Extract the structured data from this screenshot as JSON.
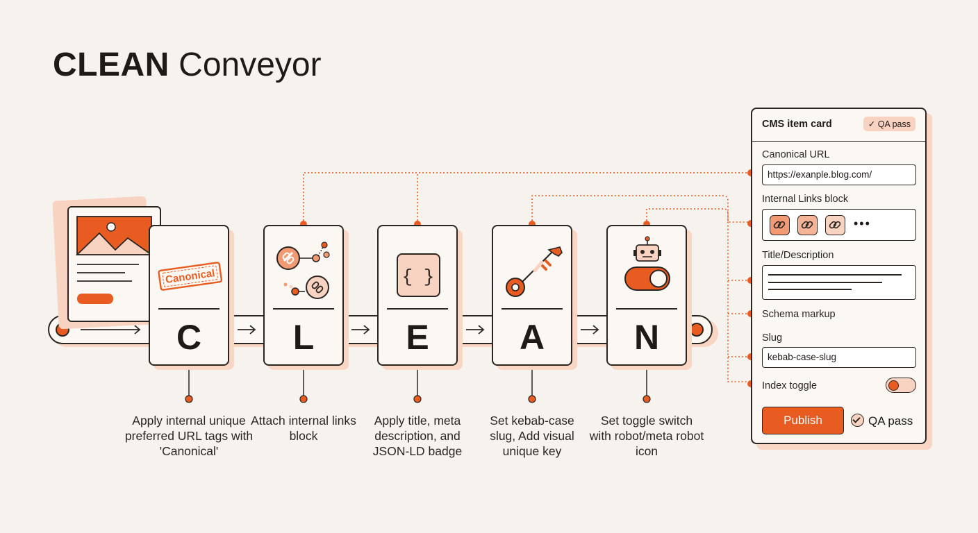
{
  "title": {
    "bold": "CLEAN",
    "rest": "Conveyor"
  },
  "stages": [
    {
      "letter": "C",
      "stamp": "Canonical",
      "caption": "Apply internal unique preferred URL tags with 'Canonical'",
      "icon": "canonical-stamp-icon"
    },
    {
      "letter": "L",
      "caption": "Attach internal links block",
      "icon": "link-network-icon"
    },
    {
      "letter": "E",
      "caption": "Apply title, meta description, and JSON-LD badge",
      "icon": "json-braces-icon",
      "badge": "{ }"
    },
    {
      "letter": "A",
      "caption": "Set kebab-case slug, Add visual unique key",
      "icon": "key-icon"
    },
    {
      "letter": "N",
      "caption": "Set toggle switch with robot/meta robot icon",
      "icon": "robot-toggle-icon"
    }
  ],
  "cms": {
    "title": "CMS item card",
    "badge": "✓ QA pass",
    "canonical_label": "Canonical URL",
    "canonical_value": "https://exanple.blog.com/",
    "links_label": "Internal Links block",
    "links_more": "•••",
    "title_desc_label": "Title/Description",
    "schema_label": "Schema markup",
    "slug_label": "Slug",
    "slug_value": "kebab-case-slug",
    "index_label": "Index toggle",
    "index_on": false,
    "publish_label": "Publish",
    "qa_label": "QA pass"
  },
  "colors": {
    "accent": "#e85c21",
    "accent_light": "#f9d3c1",
    "shadow": "#f9d6c4",
    "ink": "#2b2522",
    "background": "#f6f3ef"
  }
}
